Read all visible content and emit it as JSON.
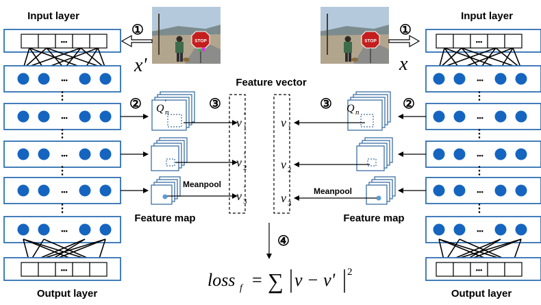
{
  "labels": {
    "input_layer": "Input layer",
    "output_layer": "Output layer",
    "feature_vector": "Feature vector",
    "feature_map": "Feature map",
    "meanpool": "Meanpool",
    "input_left": "x'",
    "input_right": "x",
    "q_left": "Q",
    "q_left_prime": "'",
    "q_sub": "n",
    "q_right": "Q",
    "ellipsis": "•••",
    "dots_vertical": "⋮"
  },
  "steps": {
    "s1": "①",
    "s2": "②",
    "s3": "③",
    "s4": "④"
  },
  "vectors": {
    "left": [
      {
        "base": "v",
        "sup": "'",
        "sub": "1"
      },
      {
        "base": "v",
        "sup": "'",
        "sub": "2"
      },
      {
        "base": "v",
        "sup": "'",
        "sub": "3"
      }
    ],
    "right": [
      {
        "base": "v",
        "sub": "1"
      },
      {
        "base": "v",
        "sub": "2"
      },
      {
        "base": "v",
        "sub": "3"
      }
    ]
  },
  "formula": {
    "lhs": "loss",
    "lhs_sub": "f",
    "equals": "=",
    "sum": "∑",
    "body": "v − v'",
    "exp": "2"
  },
  "photo": {
    "stop_sign_text": "STOP"
  },
  "colors": {
    "node_blue": "#1565c0",
    "layer_border": "#2e6fb3",
    "map_border": "#3b6ea5",
    "pool_dot": "#5b9bd5"
  }
}
